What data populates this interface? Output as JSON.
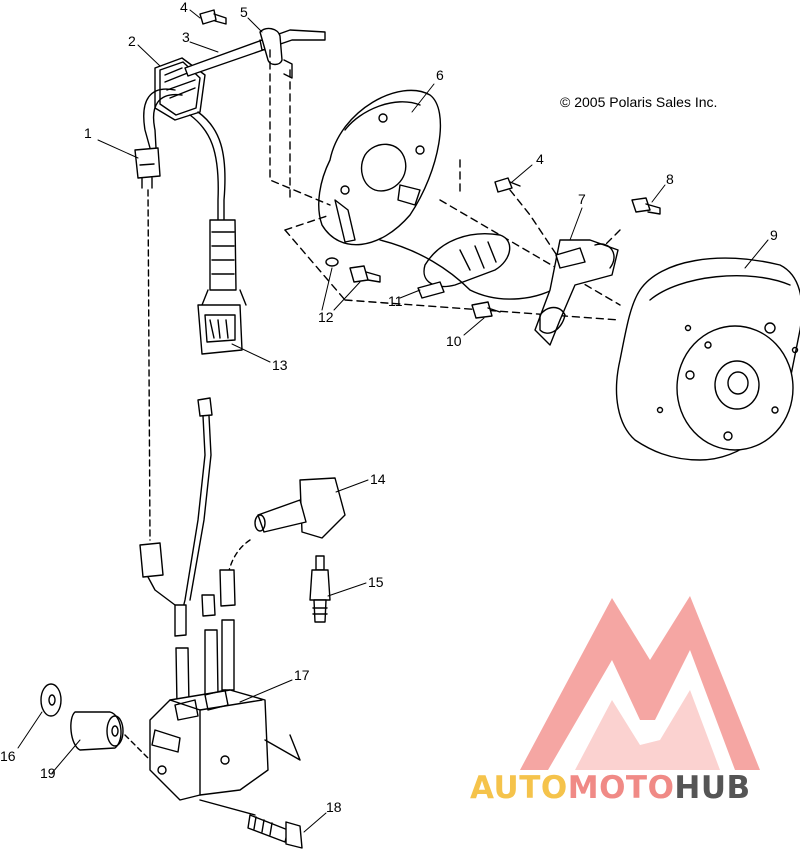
{
  "copyright": "© 2005 Polaris Sales Inc.",
  "callouts": [
    "1",
    "2",
    "3",
    "4",
    "4",
    "5",
    "6",
    "7",
    "8",
    "9",
    "10",
    "11",
    "12",
    "13",
    "14",
    "15",
    "16",
    "17",
    "18",
    "19"
  ],
  "watermark": {
    "part1": "AUTO",
    "part2": "MOTO",
    "part3": "HUB",
    "colors": {
      "auto": "#f5c34b",
      "moto": "#f08a86",
      "hub": "#555555",
      "logo": "#f5a6a3"
    }
  }
}
